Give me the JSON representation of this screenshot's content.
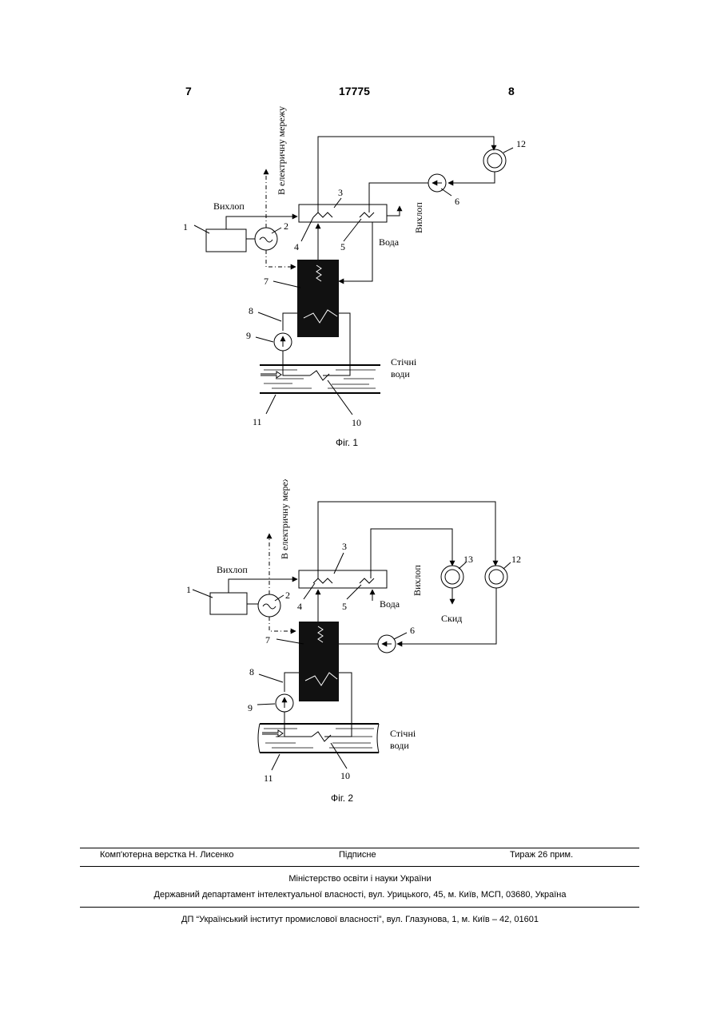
{
  "header": {
    "page_left": "7",
    "patent_number": "17775",
    "page_right": "8"
  },
  "fig1": {
    "label_grid": "В електричну мережу",
    "label_exhaust_left": "Вихлоп",
    "label_exhaust_right": "Вихлоп",
    "label_water": "Вода",
    "label_wastewater_1": "Стічні",
    "label_wastewater_2": "води",
    "caption": "Фіг. 1",
    "n1": "1",
    "n2": "2",
    "n3": "3",
    "n4": "4",
    "n5": "5",
    "n6": "6",
    "n7": "7",
    "n8": "8",
    "n9": "9",
    "n10": "10",
    "n11": "11",
    "n12": "12"
  },
  "fig2": {
    "label_grid": "В електричну мережу",
    "label_exhaust_left": "Вихлоп",
    "label_exhaust_right": "Вихлоп",
    "label_water": "Вода",
    "label_discharge": "Скид",
    "label_wastewater_1": "Стічні",
    "label_wastewater_2": "води",
    "caption": "Фіг. 2",
    "n1": "1",
    "n2": "2",
    "n3": "3",
    "n4": "4",
    "n5": "5",
    "n6": "6",
    "n7": "7",
    "n8": "8",
    "n9": "9",
    "n10": "10",
    "n11": "11",
    "n12": "12",
    "n13": "13"
  },
  "footer": {
    "layout": "Комп'ютерна верстка Н. Лисенко",
    "signed": "Підписне",
    "circulation": "Тираж 26 прим.",
    "ministry": "Міністерство освіти і науки України",
    "department": "Державний департамент інтелектуальної власності, вул. Урицького, 45, м. Київ, МСП, 03680, Україна",
    "institute": "ДП “Український інститут промислової власності”, вул. Глазунова, 1, м. Київ – 42, 01601"
  }
}
